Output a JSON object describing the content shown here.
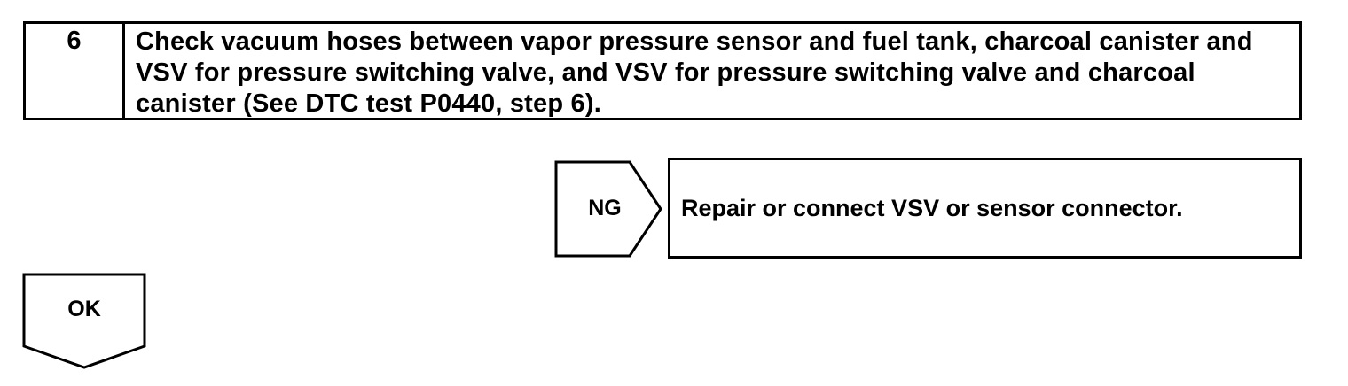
{
  "step": {
    "number": "6",
    "instruction": "Check vacuum hoses between vapor pressure sensor and fuel tank, charcoal canister and VSV for pressure switching valve, and VSV for pressure switching valve and charcoal canister (See DTC test P0440, step 6)."
  },
  "ng_branch": {
    "label": "NG",
    "action": "Repair or connect VSV or sensor connector."
  },
  "ok_branch": {
    "label": "OK"
  }
}
